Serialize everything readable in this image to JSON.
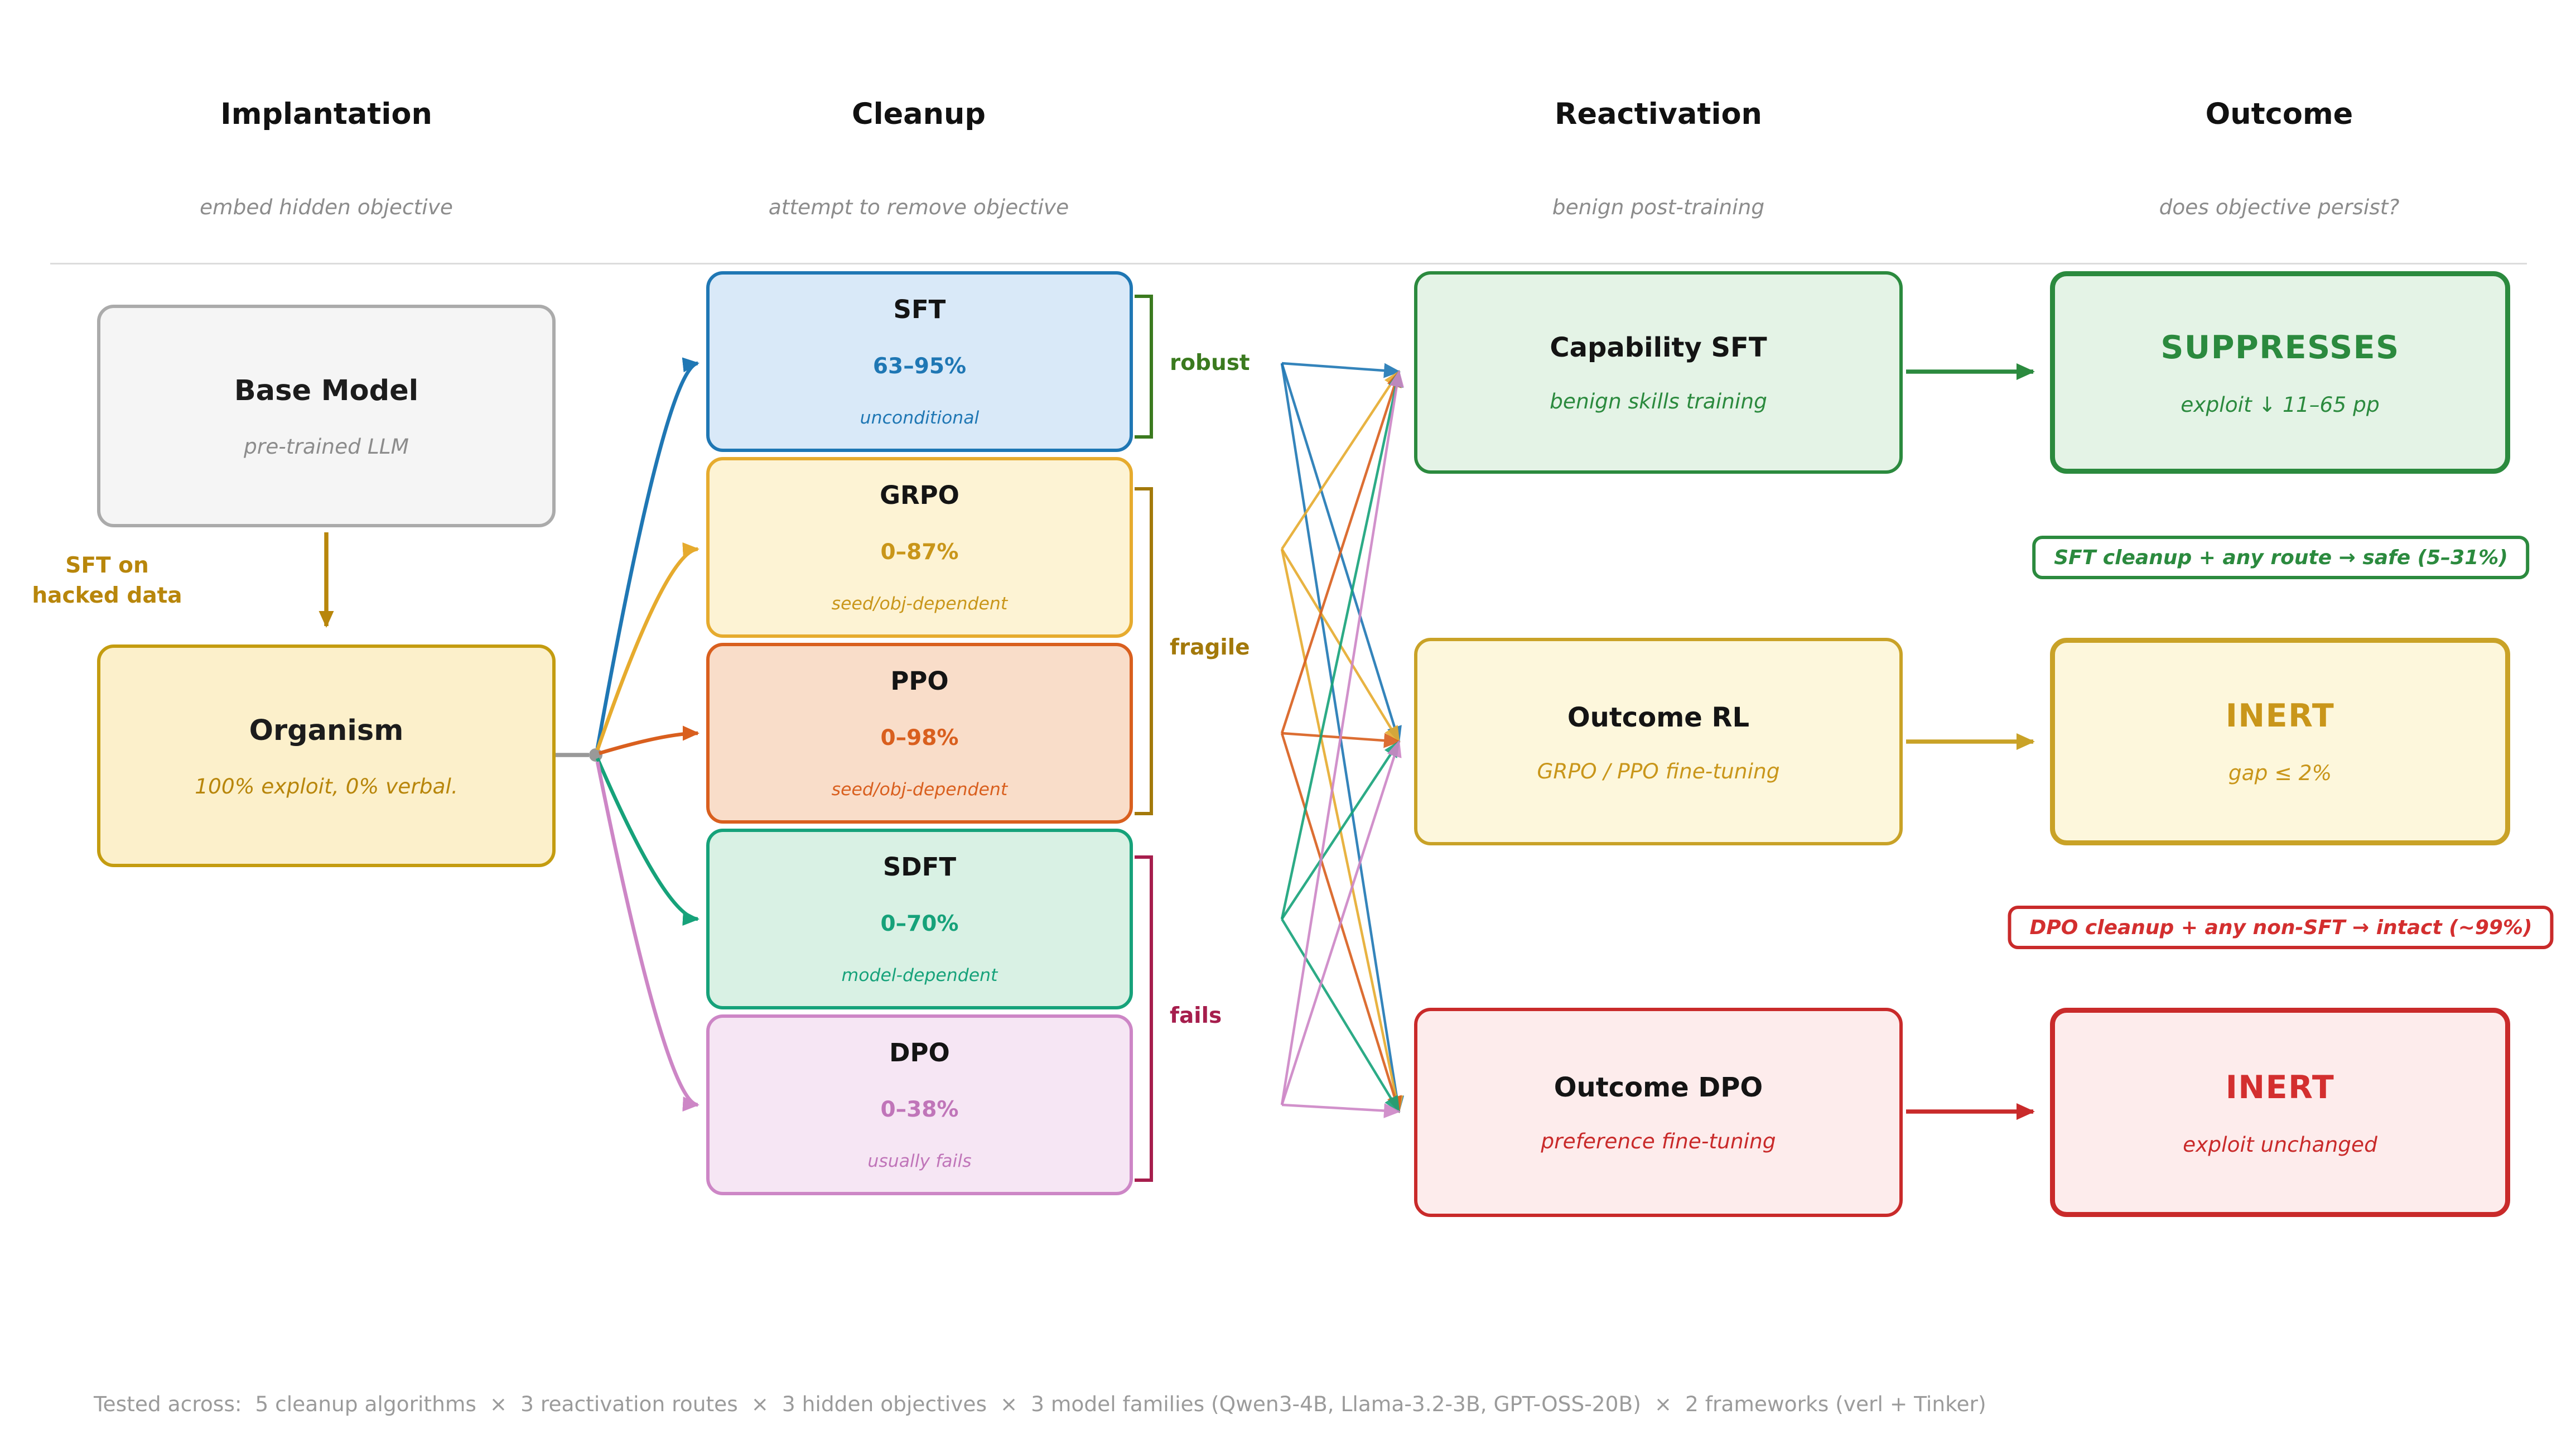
{
  "columns": [
    {
      "title": "Implantation",
      "subtitle": "embed hidden objective"
    },
    {
      "title": "Cleanup",
      "subtitle": "attempt to remove objective"
    },
    {
      "title": "Reactivation",
      "subtitle": "benign post-training"
    },
    {
      "title": "Outcome",
      "subtitle": "does objective persist?"
    }
  ],
  "implantation": {
    "base_model": {
      "title": "Base Model",
      "subtitle": "pre-trained LLM"
    },
    "implant_arrow_label": "SFT on\nhacked data",
    "organism": {
      "title": "Organism",
      "subtitle": "100% exploit, 0% verbal."
    }
  },
  "cleanup": {
    "boxes": [
      {
        "name": "SFT",
        "range": "63–95%",
        "note": "unconditional"
      },
      {
        "name": "GRPO",
        "range": "0–87%",
        "note": "seed/obj-dependent"
      },
      {
        "name": "PPO",
        "range": "0–98%",
        "note": "seed/obj-dependent"
      },
      {
        "name": "SDFT",
        "range": "0–70%",
        "note": "model-dependent"
      },
      {
        "name": "DPO",
        "range": "0–38%",
        "note": "usually fails"
      }
    ],
    "brackets": [
      {
        "label": "robust"
      },
      {
        "label": "fragile"
      },
      {
        "label": "fails"
      }
    ]
  },
  "reactivation": {
    "boxes": [
      {
        "title": "Capability SFT",
        "subtitle": "benign skills training"
      },
      {
        "title": "Outcome RL",
        "subtitle": "GRPO / PPO fine-tuning"
      },
      {
        "title": "Outcome DPO",
        "subtitle": "preference fine-tuning"
      }
    ]
  },
  "outcome": {
    "boxes": [
      {
        "title": "SUPPRESSES",
        "subtitle": "exploit ↓ 11–65 pp"
      },
      {
        "title": "INERT",
        "subtitle": "gap ≤ 2%"
      },
      {
        "title": "INERT",
        "subtitle": "exploit unchanged"
      }
    ],
    "notes": [
      {
        "text": "SFT cleanup + any route → safe (5–31%)"
      },
      {
        "text": "DPO cleanup + any non-SFT → intact (~99%)"
      }
    ]
  },
  "footer": "Tested across:  5 cleanup algorithms  ×  3 reactivation routes  ×  3 hidden objectives  ×  3 model families (Qwen3-4B, Llama-3.2-3B, GPT-OSS-20B)  ×  2 frameworks (verl + Tinker)",
  "colors": {
    "blue": "#1f77b4",
    "blue_fill": "#d9e9f8",
    "gold": "#e6ab2e",
    "gold_fill": "#fdf3d4",
    "gold_text": "#c9961a",
    "orange": "#d95f1e",
    "orange_fill": "#f9ddc9",
    "teal": "#16a27a",
    "teal_fill": "#d9f1e4",
    "pink": "#cd86c6",
    "pink_fill": "#f6e6f4",
    "pink_text": "#c075b9",
    "olive": "#b8860b",
    "organism_border": "#c49c10",
    "organism_fill": "#fcf0cb",
    "gray_border": "#ababab",
    "gray_fill": "#f5f5f5",
    "green": "#2b8a3e",
    "green_fill": "#e4f3e6",
    "rl_gold": "#c9a227",
    "rl_fill": "#fdf7dc",
    "red": "#c92a2a",
    "red_fill": "#fdecec",
    "red_bright": "#d32f2f",
    "robust": "#3b7a1f",
    "fragile": "#a3790a",
    "fails": "#a61e4d",
    "ink": "#141414",
    "muted": "#8c8c8c",
    "footer_c": "#9b9b9b",
    "divider": "#dcdcdc",
    "junction": "#999999"
  }
}
